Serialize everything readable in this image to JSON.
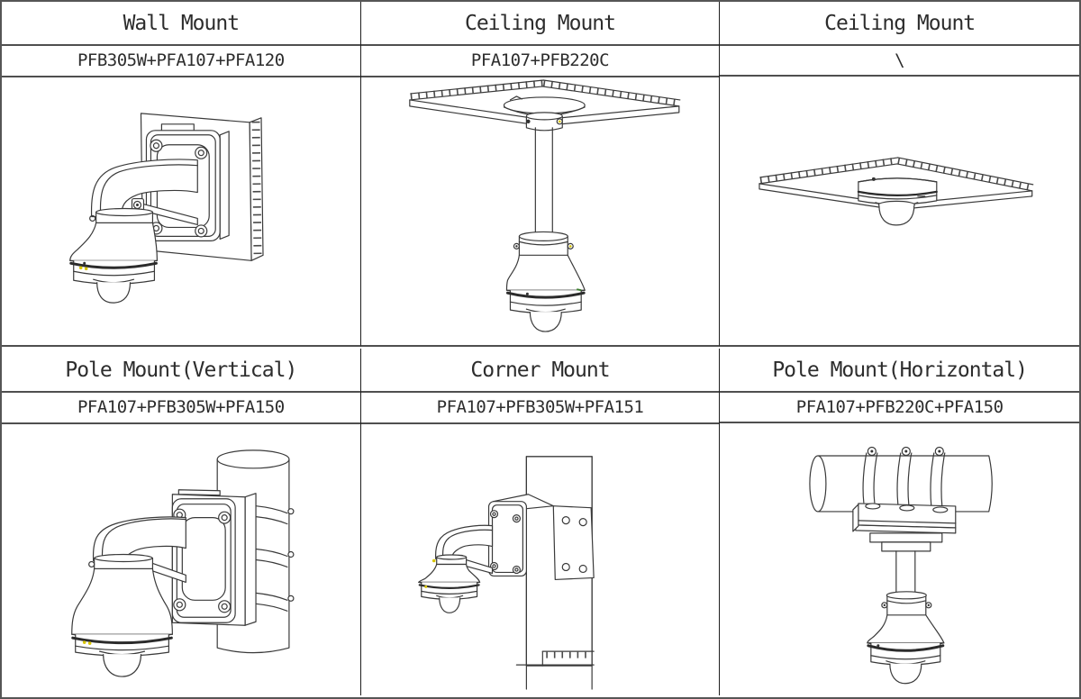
{
  "colors": {
    "drawing_line": "#3a3a3a",
    "grid_line_horizontal": "#4f4f4f",
    "grid_line_vertical": "#1f1f1f",
    "screw_highlight_yellow": "#d8c400",
    "tick_green": "#3a7d2c"
  },
  "cells": [
    {
      "title": "Wall Mount",
      "parts": "PFB305W+PFA107+PFA120",
      "illustration": "dome camera on wall bracket with junction box on wall plate"
    },
    {
      "title": "Ceiling Mount",
      "parts": "PFA107+PFB220C",
      "illustration": "dome camera hanging from ceiling panel on pendant pole"
    },
    {
      "title": "Ceiling Mount",
      "parts": "\\",
      "illustration": "compact dome camera fixed directly to ceiling panel"
    },
    {
      "title": "Pole Mount(Vertical)",
      "parts": "PFA107+PFB305W+PFA150",
      "illustration": "wall bracket camera strapped to vertical pole"
    },
    {
      "title": "Corner Mount",
      "parts": "PFA107+PFB305W+PFA151",
      "illustration": "wall bracket camera on corner adapter of column"
    },
    {
      "title": "Pole Mount(Horizontal)",
      "parts": "PFA107+PFB220C+PFA150",
      "illustration": "pendant camera strapped under horizontal pole"
    }
  ]
}
